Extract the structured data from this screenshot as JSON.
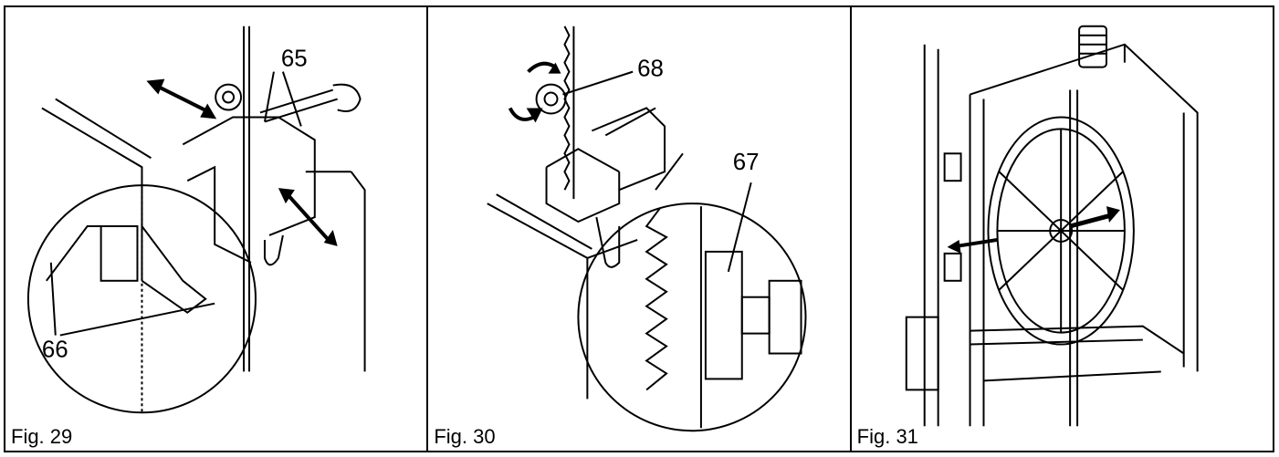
{
  "figures": [
    {
      "caption": "Fig. 29",
      "callouts": [
        "65",
        "66"
      ]
    },
    {
      "caption": "Fig. 30",
      "callouts": [
        "68",
        "67"
      ]
    },
    {
      "caption": "Fig. 31",
      "callouts": []
    }
  ]
}
